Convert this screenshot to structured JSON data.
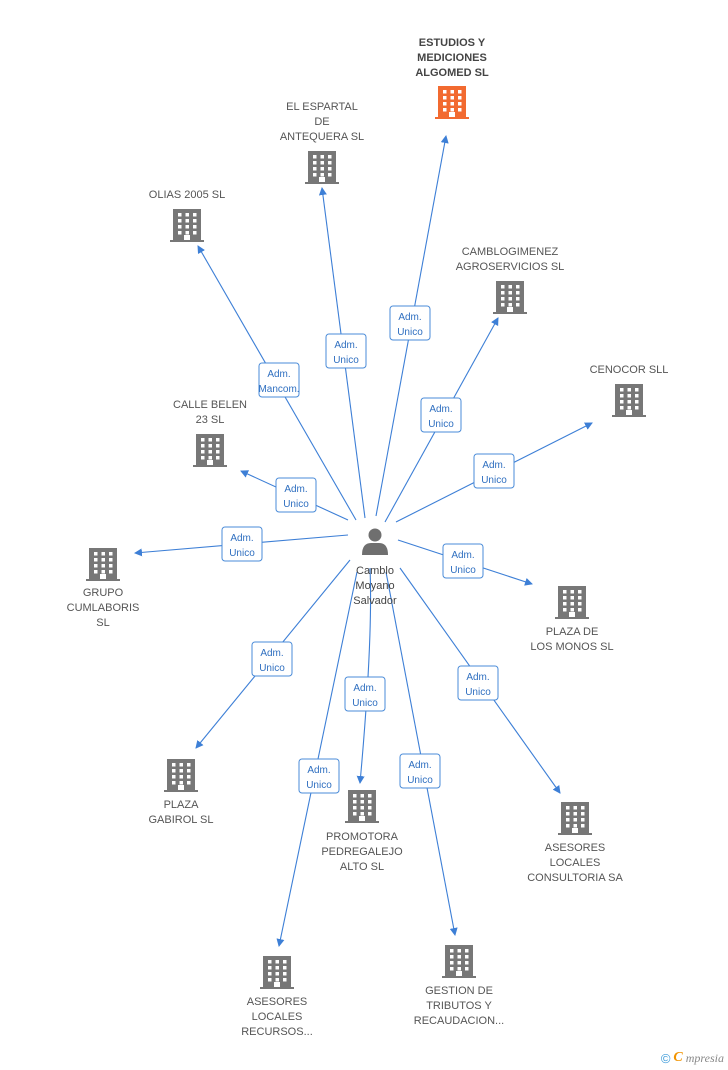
{
  "colors": {
    "edge": "#3d7fd6",
    "building": "#777777",
    "building_highlight": "#f26a30",
    "person": "#6f6f6f"
  },
  "person": {
    "icon": "person-icon",
    "label_lines": [
      "Camblo",
      "Moyano",
      "Salvador"
    ]
  },
  "companies": [
    {
      "id": "estudios",
      "label_lines": [
        "ESTUDIOS Y",
        "MEDICIONES",
        "ALGOMED SL"
      ],
      "highlight": true,
      "role_lines": [
        "Adm.",
        "Unico"
      ]
    },
    {
      "id": "espartal",
      "label_lines": [
        "EL ESPARTAL",
        "DE",
        "ANTEQUERA SL"
      ],
      "highlight": false,
      "role_lines": [
        "Adm.",
        "Unico"
      ]
    },
    {
      "id": "olias",
      "label_lines": [
        "OLIAS 2005 SL"
      ],
      "highlight": false,
      "role_lines": [
        "Adm.",
        "Mancom."
      ]
    },
    {
      "id": "camblogimenez",
      "label_lines": [
        "CAMBLOGIMENEZ",
        "AGROSERVICIOS SL"
      ],
      "highlight": false,
      "role_lines": [
        "Adm.",
        "Unico"
      ]
    },
    {
      "id": "cenocor",
      "label_lines": [
        "CENOCOR  SLL"
      ],
      "highlight": false,
      "role_lines": [
        "Adm.",
        "Unico"
      ]
    },
    {
      "id": "calle_belen",
      "label_lines": [
        "CALLE BELEN",
        "23 SL"
      ],
      "highlight": false,
      "role_lines": [
        "Adm.",
        "Unico"
      ]
    },
    {
      "id": "grupo",
      "label_lines": [
        "GRUPO",
        "CUMLABORIS",
        "SL"
      ],
      "highlight": false,
      "role_lines": [
        "Adm.",
        "Unico"
      ]
    },
    {
      "id": "plaza_monos",
      "label_lines": [
        "PLAZA DE",
        "LOS MONOS SL"
      ],
      "highlight": false,
      "role_lines": [
        "Adm.",
        "Unico"
      ]
    },
    {
      "id": "plaza_gabirol",
      "label_lines": [
        "PLAZA",
        "GABIROL SL"
      ],
      "highlight": false,
      "role_lines": [
        "Adm.",
        "Unico"
      ]
    },
    {
      "id": "promotora",
      "label_lines": [
        "PROMOTORA",
        "PEDREGALEJO",
        "ALTO SL"
      ],
      "highlight": false,
      "role_lines": [
        "Adm.",
        "Unico"
      ]
    },
    {
      "id": "asesores_consultoria",
      "label_lines": [
        "ASESORES",
        "LOCALES",
        "CONSULTORIA SA"
      ],
      "highlight": false,
      "role_lines": [
        "Adm.",
        "Unico"
      ]
    },
    {
      "id": "asesores_recursos",
      "label_lines": [
        "ASESORES",
        "LOCALES",
        "RECURSOS..."
      ],
      "highlight": false,
      "role_lines": [
        "Adm.",
        "Unico"
      ]
    },
    {
      "id": "gestion",
      "label_lines": [
        "GESTION DE",
        "TRIBUTOS Y",
        "RECAUDACION..."
      ],
      "highlight": false,
      "role_lines": [
        "Adm.",
        "Unico"
      ]
    }
  ],
  "footer": {
    "copyright": "©",
    "brand_initial": "C",
    "brand_rest": "mpresia"
  }
}
